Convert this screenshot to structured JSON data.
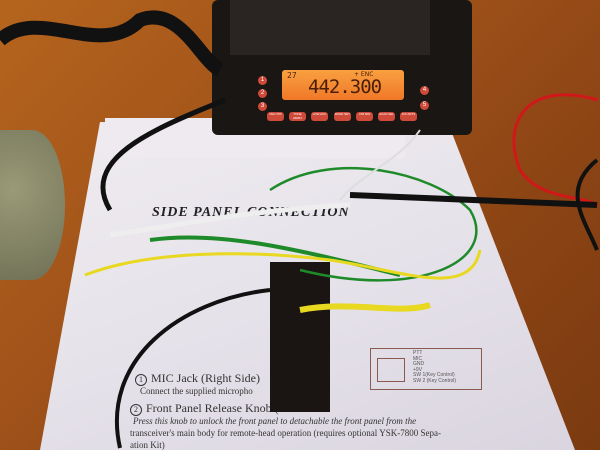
{
  "radio": {
    "channel": "27",
    "indicator": "+ ENC",
    "frequency": "442.300",
    "side_buttons_left": [
      "1",
      "2",
      "3"
    ],
    "side_buttons_right": [
      "4",
      "5"
    ],
    "bottom_buttons": [
      "MHz PRI",
      "TONE HM/RV",
      "LOW ACC",
      "BAND SET",
      "V/M MW",
      "SCAN SEL",
      "D/X ARTS"
    ]
  },
  "manual": {
    "heading": "SIDE PANEL CONNECTION",
    "pin_labels": [
      "PTT",
      "MIC",
      "GND",
      "+9V",
      "SW 1(Key Control)",
      "SW 2 (Key Control)"
    ],
    "item1_number": "1",
    "item1_title": "MIC Jack (Right Side)",
    "item1_desc": "Connect the supplied micropho",
    "item2_number": "2",
    "item2_title": "Front Panel Release Knob (",
    "item2_desc_line1": "Press this knob to unlock the front panel to detachable the front panel from the",
    "item2_desc_line2": "transceiver's main body for remote-head operation (requires optional YSK-7800 Sepa-",
    "item2_desc_line3": "ation Kit)"
  }
}
